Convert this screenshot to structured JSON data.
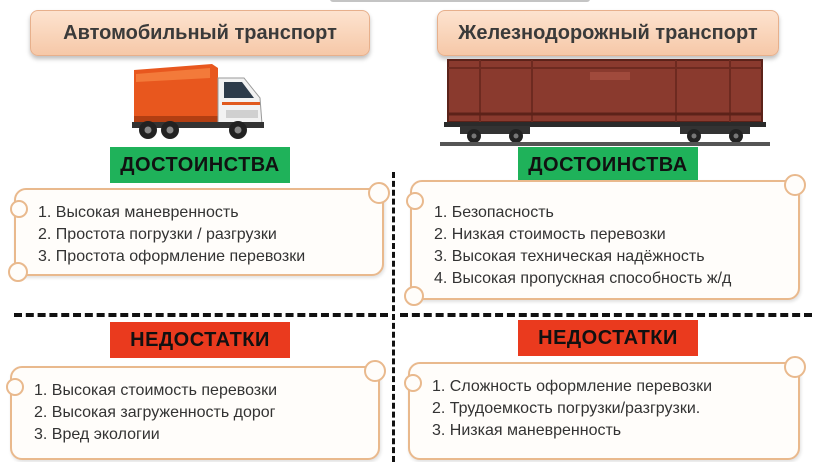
{
  "left": {
    "title": "Автомобильный транспорт",
    "advantages_label": "ДОСТОИНСТВА",
    "advantages": [
      "1. Высокая маневренность",
      "2. Простота погрузки / разгрузки",
      "3. Простота оформление перевозки"
    ],
    "disadvantages_label": "НЕДОСТАТКИ",
    "disadvantages": [
      "1. Высокая стоимость перевозки",
      "2. Высокая загруженность дорог",
      "3. Вред экологии"
    ]
  },
  "right": {
    "title": "Железнодорожный транспорт",
    "advantages_label": "ДОСТОИНСТВА",
    "advantages": [
      "1. Безопасность",
      "2. Низкая стоимость перевозки",
      "3. Высокая техническая надёжность",
      "4. Высокая пропускная способность ж/д"
    ],
    "disadvantages_label": "НЕДОСТАТКИ",
    "disadvantages": [
      "1. Сложность оформление перевозки",
      "2. Трудоемкость погрузки/разгрузки.",
      "3. Низкая маневренность"
    ]
  },
  "colors": {
    "advantages_badge": "#1fb25a",
    "disadvantages_badge": "#ea3a1e",
    "title_pill": "#f6c8a8",
    "scroll_border": "#e9b98d"
  },
  "icons": {
    "left_image": "truck-icon",
    "right_image": "railcar-icon"
  }
}
